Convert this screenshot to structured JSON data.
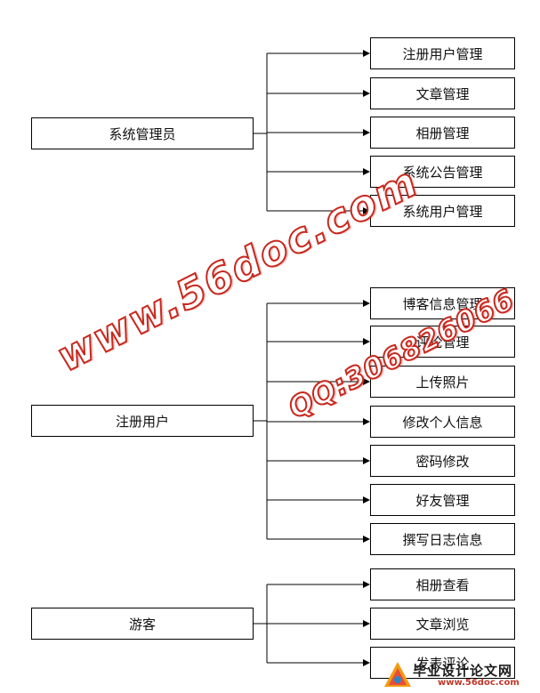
{
  "groups": [
    {
      "role": "系统管理员",
      "items": [
        "注册用户管理",
        "文章管理",
        "相册管理",
        "系统公告管理",
        "系统用户管理"
      ]
    },
    {
      "role": "注册用户",
      "items": [
        "博客信息管理",
        "评论管理",
        "上传照片",
        "修改个人信息",
        "密码修改",
        "好友管理",
        "撰写日志信息"
      ]
    },
    {
      "role": "游客",
      "items": [
        "相册查看",
        "文章浏览",
        "发表评论"
      ]
    }
  ],
  "watermark": {
    "site": "www.56doc.com",
    "qq": "QQ:306826066"
  },
  "logo": {
    "title": "毕业设计论文网",
    "url": "www.56doc.com"
  },
  "colors": {
    "line": "#000000",
    "watermark": "#c8281e"
  }
}
